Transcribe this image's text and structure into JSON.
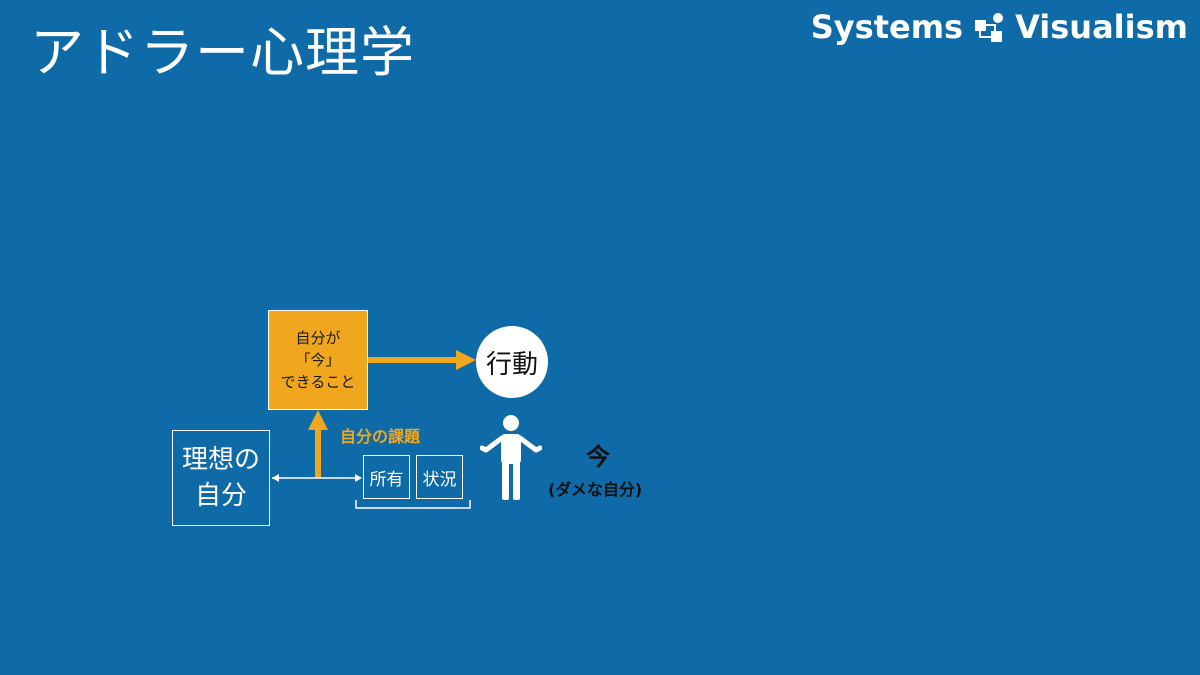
{
  "header": {
    "title": "アドラー心理学",
    "brand_left": "Systems",
    "brand_right": "Visualism",
    "brand_logo_icon": "systems-visualism-logo-icon"
  },
  "diagram": {
    "now_box": {
      "line1": "自分が",
      "line2": "「今」",
      "line3": "できること"
    },
    "action": "行動",
    "ideal": {
      "line1": "理想の",
      "line2": "自分"
    },
    "task_label": "自分の課題",
    "task_items": [
      "所有",
      "状況"
    ],
    "now_label": "今",
    "now_sub": "(ダメな自分)",
    "person_icon": "person-shrug-icon"
  },
  "colors": {
    "background": "#0f6aa8",
    "accent": "#f0a71e",
    "white": "#ffffff",
    "dark_text": "#111111"
  }
}
